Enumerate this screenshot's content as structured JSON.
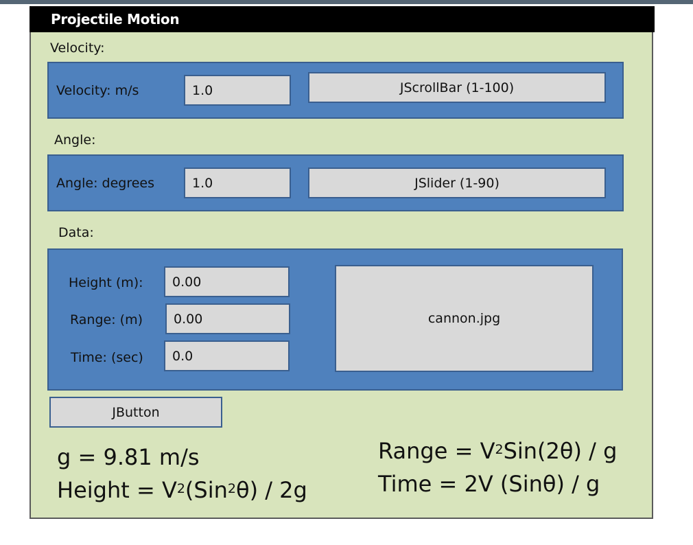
{
  "window": {
    "title": "Projectile Motion"
  },
  "velocity": {
    "section_label": "Velocity:",
    "field_label": "Velocity: m/s",
    "value": "1.0",
    "control_label": "JScrollBar (1-100)"
  },
  "angle": {
    "section_label": "Angle:",
    "field_label": "Angle: degrees",
    "value": "1.0",
    "control_label": "JSlider (1-90)"
  },
  "data": {
    "section_label": "Data:",
    "rows": [
      {
        "label": "Height (m):",
        "value": "0.00"
      },
      {
        "label": "Range: (m)",
        "value": "0.00"
      },
      {
        "label": "Time: (sec)",
        "value": "0.0"
      }
    ],
    "image_label": "cannon.jpg"
  },
  "button": {
    "label": "JButton"
  },
  "formulas": {
    "gravity": "g = 9.81 m/s",
    "height_prefix": "Height = V",
    "height_sup1": "2",
    "height_mid": "(Sin",
    "height_sup2": "2",
    "height_suffix": "θ) / 2g",
    "range_prefix": "Range = V",
    "range_sup": "2",
    "range_suffix": "Sin(2θ) / g",
    "time": "Time = 2V (Sinθ) / g"
  },
  "colors": {
    "panel": "#4f81bd",
    "panel_border": "#3a5f8f",
    "body": "#d8e4bc",
    "field": "#d9d9d9",
    "titlebar": "#000000",
    "topbar": "#556675"
  }
}
